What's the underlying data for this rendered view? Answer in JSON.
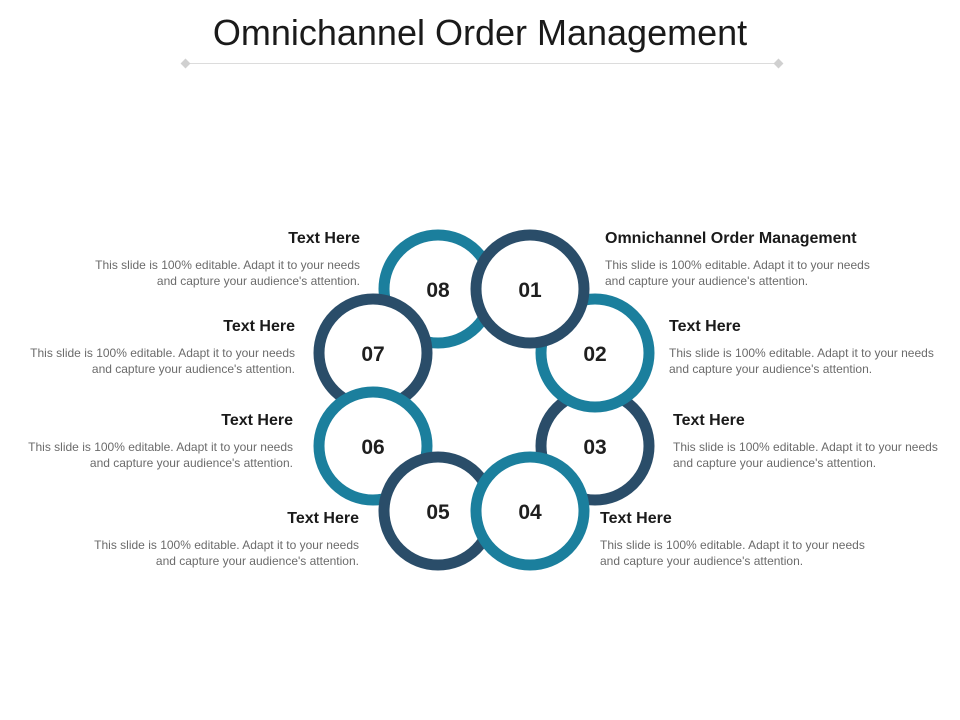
{
  "title": "Omnichannel Order Management",
  "colors": {
    "teal": "#1b7f9d",
    "navy": "#2a4d69",
    "grey_ring": "#e2e2e2"
  },
  "steps": [
    {
      "number": "01",
      "heading": "Omnichannel Order Management",
      "text": "This slide is 100% editable. Adapt it to your needs and capture your audience's attention."
    },
    {
      "number": "02",
      "heading": "Text Here",
      "text": "This slide is 100% editable. Adapt it to your needs and capture your audience's attention."
    },
    {
      "number": "03",
      "heading": "Text Here",
      "text": "This slide is 100% editable. Adapt it to your needs and capture your audience's attention."
    },
    {
      "number": "04",
      "heading": "Text Here",
      "text": "This slide is 100% editable. Adapt it to your needs and capture your audience's attention."
    },
    {
      "number": "05",
      "heading": "Text Here",
      "text": "This slide is 100% editable. Adapt it to your needs and capture your audience's attention."
    },
    {
      "number": "06",
      "heading": "Text Here",
      "text": "This slide is 100% editable. Adapt it to your needs and capture your audience's attention."
    },
    {
      "number": "07",
      "heading": "Text Here",
      "text": "This slide is 100% editable. Adapt it to your needs and capture your audience's attention."
    },
    {
      "number": "08",
      "heading": "Text Here",
      "text": "This slide is 100% editable. Adapt it to your needs and capture your audience's attention."
    }
  ]
}
